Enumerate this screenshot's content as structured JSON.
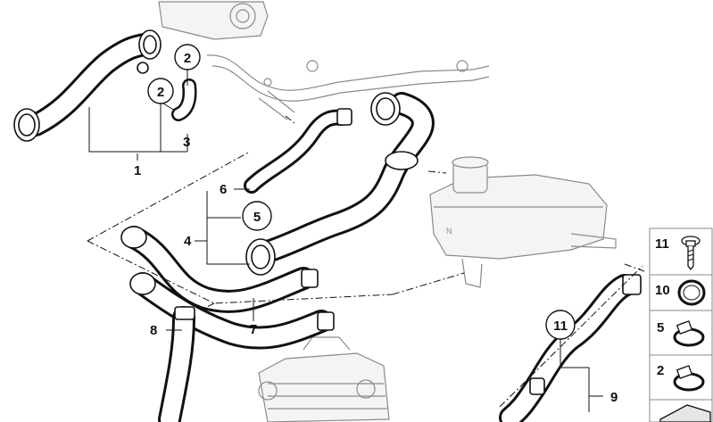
{
  "callouts": {
    "c1": "1",
    "c2a": "2",
    "c2b": "2",
    "c3": "3",
    "c4": "4",
    "c5": "5",
    "c6": "6",
    "c7": "7",
    "c8": "8",
    "c9": "9",
    "c11": "11"
  },
  "legend": [
    {
      "label": "11",
      "icon": "screw-icon"
    },
    {
      "label": "10",
      "icon": "seal-ring-icon"
    },
    {
      "label": "5",
      "icon": "hose-clamp-icon"
    },
    {
      "label": "2",
      "icon": "hose-clamp-icon"
    },
    {
      "label": "",
      "icon": "shim-icon"
    }
  ],
  "colors": {
    "ink": "#111111",
    "ghost": "#8a8a8a",
    "background": "#ffffff"
  }
}
